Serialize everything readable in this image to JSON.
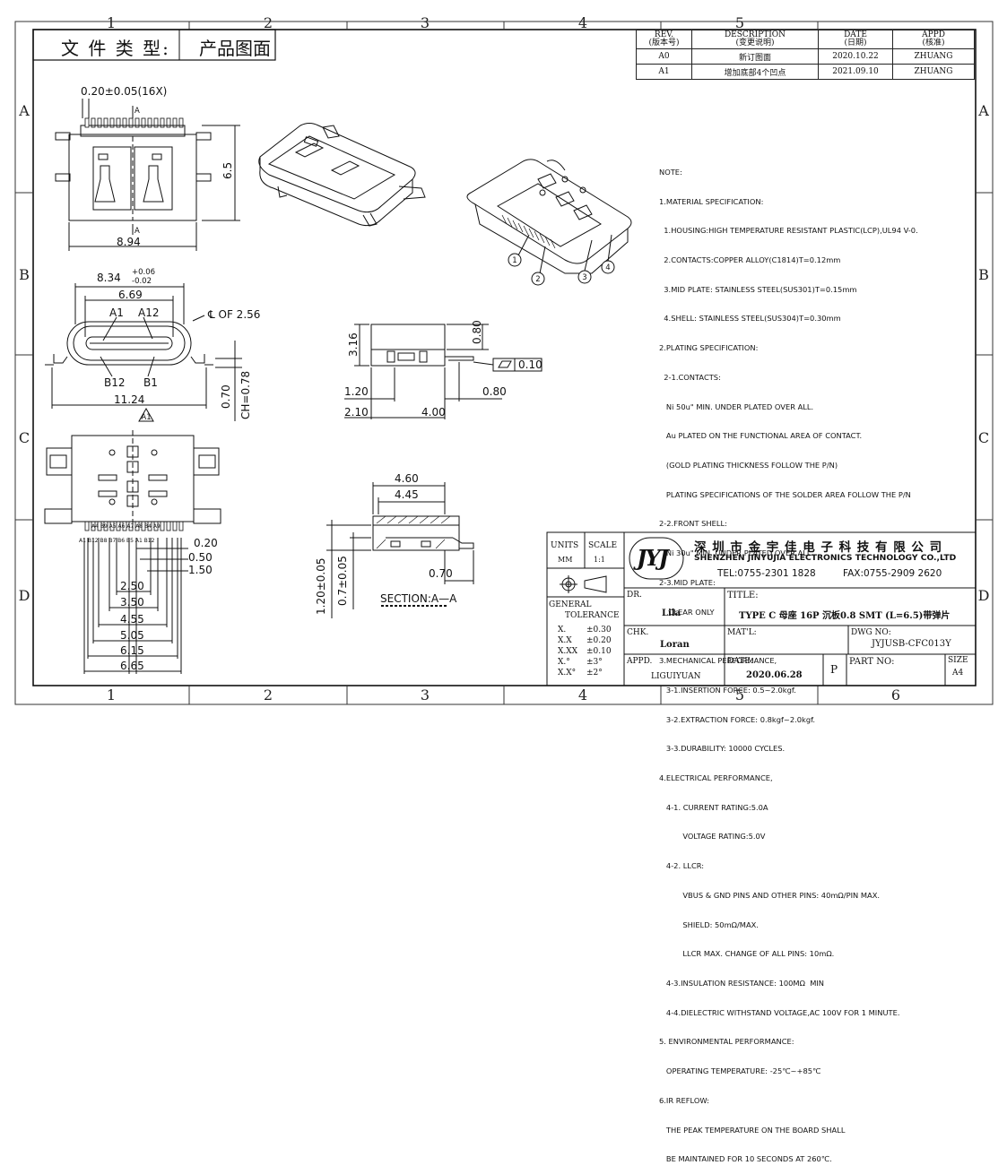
{
  "frame": {
    "col_labels": [
      "1",
      "2",
      "3",
      "4",
      "5",
      "6"
    ],
    "row_labels": [
      "A",
      "B",
      "C",
      "D"
    ]
  },
  "doc_type": {
    "label": "文 件 类 型:",
    "value": "产品图面"
  },
  "revision_table": {
    "headers": [
      {
        "en": "REV.",
        "zh": "(版本号)"
      },
      {
        "en": "DESCRIPTION",
        "zh": "(变更说明)"
      },
      {
        "en": "DATE",
        "zh": "(日期)"
      },
      {
        "en": "APPD",
        "zh": "(核准)"
      }
    ],
    "rows": [
      {
        "rev": "A0",
        "desc": "新订图面",
        "date": "2020.10.22",
        "appd": "ZHUANG"
      },
      {
        "rev": "A1",
        "desc": "增加底部4个凹点",
        "date": "2021.09.10",
        "appd": "ZHUANG"
      }
    ]
  },
  "dimensions": {
    "pin_pitch": "0.20±0.05(16X)",
    "section_a": "A",
    "height_6_5": "6.5",
    "width_8_94": "8.94",
    "width_8_34": "8.34",
    "tol_plus": "+0.06",
    "tol_minus": "-0.02",
    "width_6_69": "6.69",
    "pin_a1": "A1",
    "pin_a12": "A12",
    "center_line": "℄ OF 2.56",
    "pin_b12": "B12",
    "pin_b1": "B1",
    "width_11_24": "11.24",
    "h_0_70": "0.70",
    "ch_0_78": "CH=0.78",
    "h_3_16": "3.16",
    "h_0_80": "0.80",
    "flatness": "0.10",
    "w_1_20": "1.20",
    "w_0_80": "0.80",
    "w_2_10": "2.10",
    "w_4_00": "4.00",
    "w_4_60": "4.60",
    "w_4_45": "4.45",
    "w_0_70": "0.70",
    "v_1_20": "1.20±0.05",
    "v_0_7": "0.7±0.05",
    "section_aa": "SECTION:A—A",
    "fp_0_20": "0.20",
    "fp_0_50": "0.50",
    "fp_1_50": "1.50",
    "fp_2_50": "2.50",
    "fp_3_50": "3.50",
    "fp_4_55": "4.55",
    "fp_5_05": "5.05",
    "fp_6_15": "6.15",
    "fp_6_65": "6.65",
    "rev_flag": "A1",
    "pin_row_top": "A4 B9   A5   A6 A7   A8   B4 A9",
    "pin_row_bot": "A1 B12  B8   B7   B6   B5   A1 B12"
  },
  "balloons": [
    "1",
    "2",
    "3",
    "4"
  ],
  "notes": [
    "NOTE:",
    "1.MATERIAL SPECIFICATION:",
    "  1.HOUSING:HIGH TEMPERATURE RESISTANT PLASTIC(LCP),UL94 V-0.",
    "  2.CONTACTS:COPPER ALLOY(C1814)T=0.12mm",
    "  3.MID PLATE: STAINLESS STEEL(SUS301)T=0.15mm",
    "  4.SHELL: STAINLESS STEEL(SUS304)T=0.30mm",
    "2.PLATING SPECIFICATION:",
    "  2-1.CONTACTS:",
    "   Ni 50u\" MIN. UNDER PLATED OVER ALL.",
    "   Au PLATED ON THE FUNCTIONAL AREA OF CONTACT.",
    "   (GOLD PLATING THICKNESS FOLLOW THE P/N)",
    "   PLATING SPECIFICATIONS OF THE SOLDER AREA FOLLOW THE P/N",
    "2-2.FRONT SHELL:",
    "   Ni 30u\" MIN. UNDER PLATED OVER ALL.",
    "2-3.MID PLATE:",
    "    CLEAR ONLY",
    "",
    "3.MECHANICAL PERFORMANCE,",
    "   3-1.INSERTION FORCE: 0.5~2.0kgf.",
    "   3-2.EXTRACTION FORCE: 0.8kgf~2.0kgf.",
    "   3-3.DURABILITY: 10000 CYCLES.",
    "4.ELECTRICAL PERFORMANCE,",
    "   4-1. CURRENT RATING:5.0A",
    "          VOLTAGE RATING:5.0V",
    "   4-2. LLCR:",
    "          VBUS & GND PINS AND OTHER PINS: 40mΩ/PIN MAX.",
    "          SHIELD: 50mΩ/MAX.",
    "          LLCR MAX. CHANGE OF ALL PINS: 10mΩ.",
    "   4-3.INSULATION RESISTANCE: 100MΩ  MIN",
    "   4-4.DIELECTRIC WITHSTAND VOLTAGE,AC 100V FOR 1 MINUTE.",
    "5. ENVIRONMENTAL PERFORMANCE:",
    "   OPERATING TEMPERATURE: -25℃~+85℃",
    "6.IR REFLOW:",
    "   THE PEAK TEMPERATURE ON THE BOARD SHALL",
    "   BE MAINTAINED FOR 10 SECONDS AT 260℃."
  ],
  "title_block": {
    "units_label": "UNITS",
    "units_value": "MM",
    "scale_label": "SCALE",
    "scale_value": "1:1",
    "logo_text": "JYJ",
    "company_cn": "深 圳 市 金 宇 佳 电 子 科 技 有 限 公 司",
    "company_en": "SHENZHEN JINYUJIA ELECTRONICS TECHNOLOGY CO.,LTD",
    "tel": "TEL:0755-2301 1828",
    "fax": "FAX:0755-2909 2620",
    "general": "GENERAL",
    "tolerance": "TOLERANCE",
    "tol_rows": [
      {
        "k": "X.",
        "v": "±0.30"
      },
      {
        "k": "X.X",
        "v": "±0.20"
      },
      {
        "k": "X.XX",
        "v": "±0.10"
      },
      {
        "k": "X.°",
        "v": "±3°"
      },
      {
        "k": "X.X°",
        "v": "±2°"
      }
    ],
    "dr_label": "DR.",
    "dr_value": "Lila",
    "title_label": "TITLE:",
    "title_value": "TYPE C 母座 16P 沉板0.8 SMT (L=6.5)带弹片",
    "chk_label": "CHK.",
    "chk_value": "Loran",
    "matl_label": "MAT'L:",
    "dwg_label": "DWG NO:",
    "dwg_value": "JYJUSB-CFC013Y",
    "appd_label": "APPD.",
    "appd_value": "LIGUIYUAN",
    "date_label": "DATE:",
    "date_value": "2020.06.28",
    "p_label": "P",
    "part_label": "PART NO:",
    "size_label": "SIZE",
    "size_value": "A4"
  }
}
